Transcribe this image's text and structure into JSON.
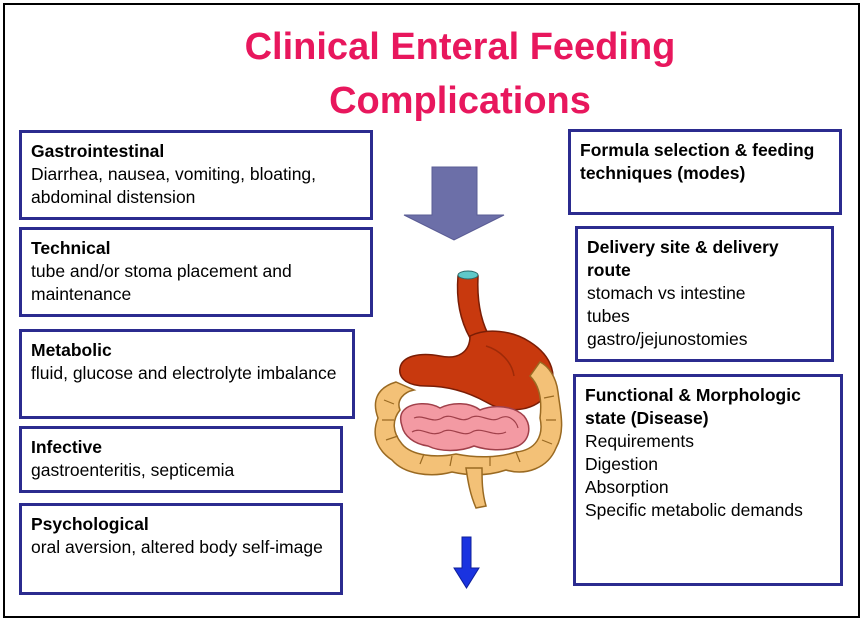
{
  "title": {
    "line1": "Clinical Enteral Feeding",
    "line2": "Complications"
  },
  "left_boxes": [
    {
      "heading": "Gastrointestinal",
      "text": "Diarrhea, nausea, vomiting, bloating, abdominal distension"
    },
    {
      "heading": "Technical",
      "text": "tube and/or stoma placement and maintenance"
    },
    {
      "heading": "Metabolic",
      "text": "fluid, glucose and electrolyte imbalance"
    },
    {
      "heading": "Infective",
      "text": "gastroenteritis, septicemia"
    },
    {
      "heading": "Psychological",
      "text": "oral aversion, altered body self-image"
    }
  ],
  "right_boxes": [
    {
      "heading": "Formula selection & feeding techniques (modes)",
      "lines": []
    },
    {
      "heading": "Delivery site & delivery route",
      "lines": [
        "stomach vs intestine",
        "tubes",
        "gastro/jejunostomies"
      ]
    },
    {
      "heading": "Functional & Morphologic state (Disease)",
      "lines": [
        "Requirements",
        "Digestion",
        "Absorption",
        "Specific metabolic demands"
      ]
    }
  ],
  "colors": {
    "title": "#e8175d",
    "box_border": "#2b2b8f",
    "big_arrow": "#6c6fa8",
    "small_arrow": "#1a33e0",
    "stomach": "#c8390e",
    "intestine": "#f3c177",
    "small_intestine": "#f39aa3"
  },
  "icons": [
    "down-arrow-icon",
    "digestive-system-icon",
    "small-down-arrow-icon"
  ]
}
